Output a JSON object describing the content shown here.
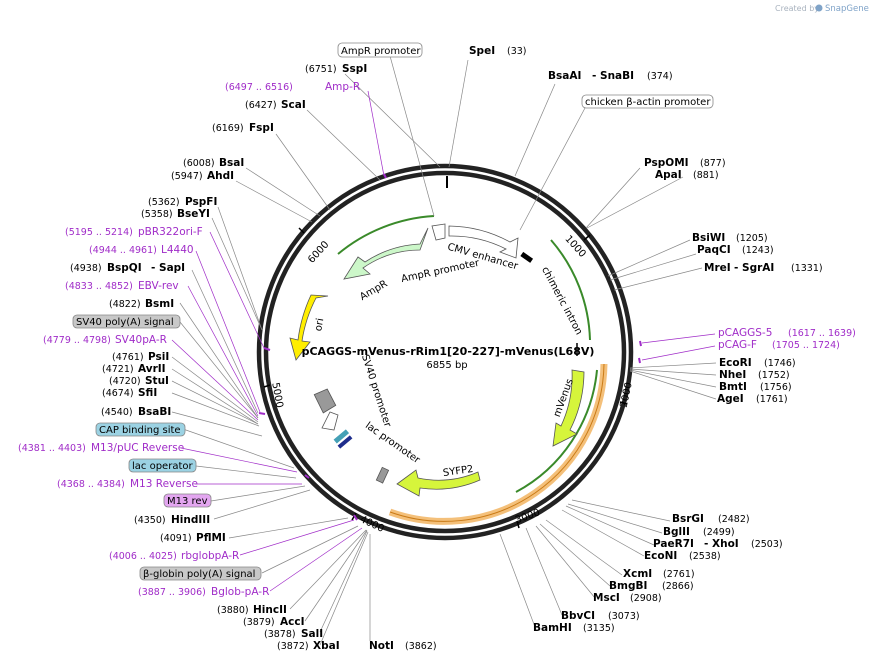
{
  "credit": {
    "prefix": "Created by",
    "brand": "SnapGene"
  },
  "plasmid": {
    "name": "pCAGGS-mVenus-rRim1[20-227]-mVenus(L68V)",
    "size": "6855 bp"
  },
  "ticks": [
    "1000",
    "2000",
    "3000",
    "4000",
    "5000",
    "6000"
  ],
  "features": {
    "ampr_promoter": "AmpR promoter",
    "ampr": "AmpR",
    "ori": "ori",
    "cmv_enhancer": "CMV enhancer",
    "chimeric_intron": "chimeric intron",
    "mvenus": "mVenus",
    "syfp2": "SYFP2",
    "lac_promoter": "lac promoter",
    "sv40_promoter": "SV40 promoter"
  },
  "labels": {
    "ampr_promoter_box": "AmpR promoter",
    "spei": {
      "name": "SpeI",
      "pos": "(33)"
    },
    "sspi": {
      "name": "SspI",
      "pos": "(6751)"
    },
    "bsaai": {
      "name": "BsaAI",
      "sep": "- SnaBI",
      "pos": "(374)"
    },
    "amp_r": {
      "name": "Amp-R",
      "pos": "(6497 .. 6516)"
    },
    "scai": {
      "name": "ScaI",
      "pos": "(6427)"
    },
    "chicken_box": "chicken β-actin promoter",
    "fspi": {
      "name": "FspI",
      "pos": "(6169)"
    },
    "bsai": {
      "name": "BsaI",
      "pos": "(6008)"
    },
    "pspomi": {
      "name": "PspOMI",
      "pos": "(877)"
    },
    "ahdi": {
      "name": "AhdI",
      "pos": "(5947)"
    },
    "apai": {
      "name": "ApaI",
      "pos": "(881)"
    },
    "pspfi": {
      "name": "PspFI",
      "pos": "(5362)"
    },
    "bseyi": {
      "name": "BseYI",
      "pos": "(5358)"
    },
    "pbr322": {
      "name": "pBR322ori-F",
      "pos": "(5195 .. 5214)"
    },
    "bsiwi": {
      "name": "BsiWI",
      "pos": "(1205)"
    },
    "l4440": {
      "name": "L4440",
      "pos": "(4944 .. 4961)"
    },
    "paqci": {
      "name": "PaqCI",
      "pos": "(1243)"
    },
    "bspqi": {
      "name": "BspQI",
      "sep": "- SapI",
      "pos": "(4938)"
    },
    "mrei": {
      "name": "MreI",
      "sep": "- SgrAI",
      "pos": "(1331)"
    },
    "ebv_rev": {
      "name": "EBV-rev",
      "pos": "(4833 .. 4852)"
    },
    "bsmi": {
      "name": "BsmI",
      "pos": "(4822)"
    },
    "sv40_polya_box": "SV40 poly(A) signal",
    "pcaggs5": {
      "name": "pCAGGS-5",
      "pos": "(1617 .. 1639)"
    },
    "sv40pa_r": {
      "name": "SV40pA-R",
      "pos": "(4779 .. 4798)"
    },
    "pcag_f": {
      "name": "pCAG-F",
      "pos": "(1705 .. 1724)"
    },
    "psii": {
      "name": "PsiI",
      "pos": "(4761)"
    },
    "ecori": {
      "name": "EcoRI",
      "pos": "(1746)"
    },
    "avrii": {
      "name": "AvrII",
      "pos": "(4721)"
    },
    "nhei": {
      "name": "NheI",
      "pos": "(1752)"
    },
    "stui": {
      "name": "StuI",
      "pos": "(4720)"
    },
    "bmti": {
      "name": "BmtI",
      "pos": "(1756)"
    },
    "sfii": {
      "name": "SfiI",
      "pos": "(4674)"
    },
    "agei": {
      "name": "AgeI",
      "pos": "(1761)"
    },
    "bsabi": {
      "name": "BsaBI",
      "pos": "(4540)"
    },
    "cap_box": "CAP binding site",
    "m13puc": {
      "name": "M13/pUC Reverse",
      "pos": "(4381 .. 4403)"
    },
    "lac_operator_box": "lac operator",
    "m13rev": {
      "name": "M13 Reverse",
      "pos": "(4368 .. 4384)"
    },
    "m13rev_box": "M13 rev",
    "hindiii": {
      "name": "HindIII",
      "pos": "(4350)"
    },
    "bsrgi": {
      "name": "BsrGI",
      "pos": "(2482)"
    },
    "bglii": {
      "name": "BglII",
      "pos": "(2499)"
    },
    "paer7i": {
      "name": "PaeR7I",
      "sep": "- XhoI",
      "pos": "(2503)"
    },
    "pflmi": {
      "name": "PflMI",
      "pos": "(4091)"
    },
    "econi": {
      "name": "EcoNI",
      "pos": "(2538)"
    },
    "rbglobpa": {
      "name": "rbglobpA-R",
      "pos": "(4006 .. 4025)"
    },
    "xcmi": {
      "name": "XcmI",
      "pos": "(2761)"
    },
    "bglobin_box": "β-globin poly(A) signal",
    "bmgbi": {
      "name": "BmgBI",
      "pos": "(2866)"
    },
    "bglob_pa_r": {
      "name": "Bglob-pA-R",
      "pos": "(3887 .. 3906)"
    },
    "msci": {
      "name": "MscI",
      "pos": "(2908)"
    },
    "hincii": {
      "name": "HincII",
      "pos": "(3880)"
    },
    "bbvci": {
      "name": "BbvCI",
      "pos": "(3073)"
    },
    "acci": {
      "name": "AccI",
      "pos": "(3879)"
    },
    "bamhi": {
      "name": "BamHI",
      "pos": "(3135)"
    },
    "sali": {
      "name": "SalI",
      "pos": "(3878)"
    },
    "xbai": {
      "name": "XbaI",
      "pos": "(3872)"
    },
    "noti": {
      "name": "NotI",
      "pos": "(3862)"
    }
  },
  "colors": {
    "backbone": "#222222",
    "ampr": "#ccf7c9",
    "ori": "#ffee00",
    "yfp": "#d6f53b",
    "primer": "#a02cc8",
    "insert_ring": "#f3b96b",
    "insert_line": "#3a8a2a"
  }
}
